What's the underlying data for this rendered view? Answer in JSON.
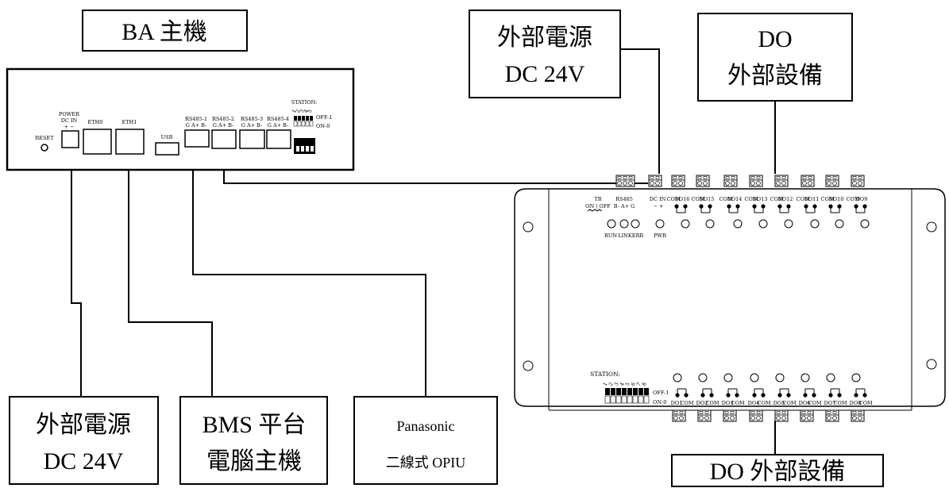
{
  "boxes": {
    "ba_host": "BA 主機",
    "ext_power_top_line1": "外部電源",
    "ext_power_top_line2": "DC 24V",
    "do_ext_top_line1": "DO",
    "do_ext_top_line2": "外部設備",
    "ext_power_bottom_line1": "外部電源",
    "ext_power_bottom_line2": "DC 24V",
    "bms_line1": "BMS 平台",
    "bms_line2": "電腦主機",
    "panasonic_line1": "Panasonic",
    "panasonic_line2": "二線式 OPIU",
    "do_ext_bottom": "DO 外部設備"
  },
  "ba_panel": {
    "reset": "RESET",
    "power": "POWER",
    "dc_in": "DC IN",
    "plus_minus": "+   −",
    "eth0": "ETH0",
    "eth1": "ETH1",
    "usb": "USB",
    "rs485_1": "RS485-1",
    "rs485_2": "RS485-2",
    "rs485_3": "RS485-3",
    "rs485_4": "RS485-4",
    "gab": "G A+ B-",
    "station": "STATION:",
    "off1": "OFF-1",
    "on0": "ON-0"
  },
  "do_module": {
    "tr": "TR",
    "on_off": "ON | OFF",
    "rs485": "RS485",
    "b_a_g": "B- A+ G",
    "dc": "DC",
    "in": "IN",
    "dc_pm": "−  +",
    "top_labels": [
      "COM",
      "DO16",
      "COM",
      "DO15",
      "COM",
      "DO14",
      "COM",
      "DO13",
      "COM",
      "DO12",
      "COM",
      "DO11",
      "COM",
      "DO10",
      "COM",
      "DO9"
    ],
    "run": "RUN",
    "link": "LINK",
    "err": "ERR",
    "pwr": "PWR",
    "station": "STATION:",
    "off1": "OFF-1",
    "on0": "ON-0",
    "bottom_labels": [
      "DO1",
      "COM",
      "DO2",
      "COM",
      "DO3",
      "COM",
      "DO4",
      "COM",
      "DO5",
      "COM",
      "DO6",
      "COM",
      "DO7",
      "COM",
      "DO8",
      "COM"
    ]
  }
}
